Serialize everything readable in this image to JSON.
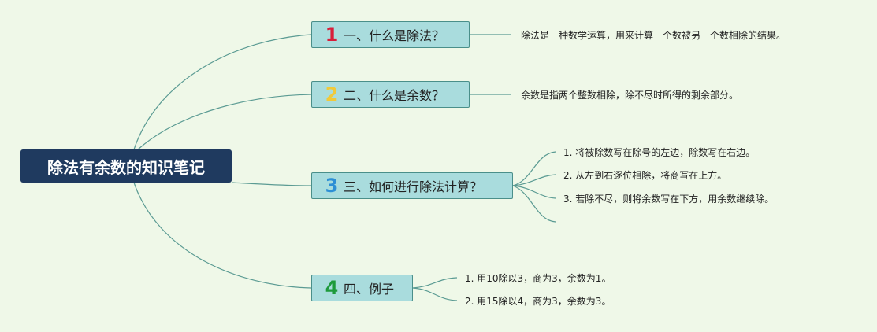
{
  "root": {
    "title": "除法有余数的知识笔记"
  },
  "branches": [
    {
      "number": "1",
      "number_color": "#d81e3a",
      "title": "一、什么是除法？",
      "details": [
        "除法是一种数学运算，用来计算一个数被另一个数相除的结果。"
      ]
    },
    {
      "number": "2",
      "number_color": "#f0c93a",
      "title": "二、什么是余数？",
      "details": [
        "余数是指两个整数相除，除不尽时所得的剩余部分。"
      ]
    },
    {
      "number": "3",
      "number_color": "#2d8fd5",
      "title": "三、如何进行除法计算？",
      "details": [
        "1. 将被除数写在除号的左边，除数写在右边。",
        "2. 从左到右逐位相除，将商写在上方。",
        "3. 若除不尽，则将余数写在下方，用余数继续除。"
      ]
    },
    {
      "number": "4",
      "number_color": "#1e9a3c",
      "title": "四、例子",
      "details": [
        "1. 用10除以3，商为3，余数为1。",
        "2. 用15除以4，商为3，余数为3。"
      ]
    }
  ],
  "colors": {
    "background": "#eff8e8",
    "root_fill": "#1f3a5f",
    "node_fill": "#a9dcdd",
    "node_border": "#4a8f8a",
    "line": "#5b9b93"
  }
}
